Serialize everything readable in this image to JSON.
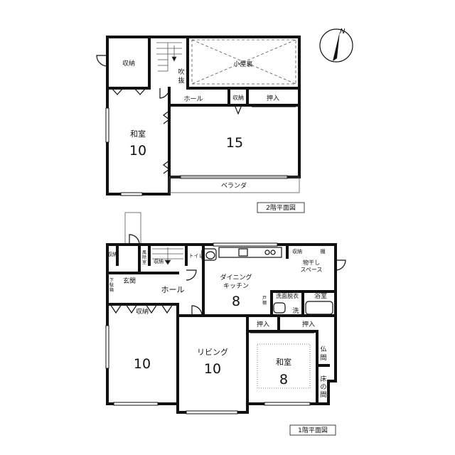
{
  "compass": {
    "label": "N"
  },
  "floor2": {
    "caption": "2階平面図",
    "rooms": {
      "storage_nw": "収納",
      "fukinuke_1": "吹",
      "fukinuke_2": "抜",
      "koyaura": "小屋裏",
      "hall": "ホール",
      "storage_small": "収納",
      "oshiire": "押入",
      "washitsu": "和室",
      "washitsu_size": "10",
      "room15_size": "15",
      "veranda": "ベランダ"
    }
  },
  "floor1": {
    "caption": "1階平面図",
    "rooms": {
      "storage_w": "収納",
      "furoba_1": "風",
      "furoba_2": "除",
      "furoba_3": "室",
      "storage_stair": "収納",
      "toilet": "トイレ",
      "genkan": "玄関",
      "shoe_1": "下",
      "shoe_2": "駄",
      "shoe_3": "箱",
      "hall": "ホール",
      "dining": "ダイニング",
      "kitchen": "キッチン",
      "dk_size": "8",
      "storage_ne": "収納",
      "tana": "棚",
      "monohoshi_1": "物干し",
      "monohoshi_2": "スペース",
      "todana_1": "戸",
      "todana_2": "棚",
      "senmen": "洗面脱衣",
      "sen": "洗",
      "yokushitsu": "浴室",
      "storage_room": "収納",
      "room10_size": "10",
      "living": "リビング",
      "living_size": "10",
      "oshiire_1": "押入",
      "oshiire_2": "押入",
      "washitsu": "和室",
      "washitsu_size": "8",
      "butsuma_1": "仏",
      "butsuma_2": "間",
      "tokonoma_1": "床",
      "tokonoma_2": "の",
      "tokonoma_3": "間"
    }
  }
}
